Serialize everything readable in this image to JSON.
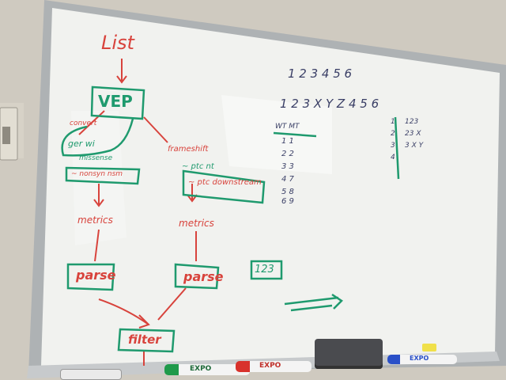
{
  "scene": "whiteboard-photo",
  "colors": {
    "red_marker": "#d8433c",
    "green_marker": "#1f9a6e",
    "board": "#f3f4f1",
    "frame": "#b9bcbe",
    "wall": "#cfcac0"
  },
  "flow": {
    "list": "List",
    "vep": "VEP",
    "convert": "convert",
    "gerwi": "ger wi",
    "missense": "missense",
    "synonymous": "~ nonsyn nsm",
    "frameshift": "frameshift",
    "ptc": "~ ptc nt",
    "downstream": "~ ptc downstream",
    "metrics_left": "metrics",
    "metrics_right": "metrics",
    "parse_left": "parse",
    "parse_right": "parse",
    "filter": "filter"
  },
  "notes": {
    "seq1": "1 2 3 4 5 6",
    "seq2": "1 2 3 X Y Z 4 5 6",
    "table_header": "WT MT",
    "table_rows": [
      "1 1",
      "2 2",
      "3 3",
      "4 7",
      "5 8",
      "6 9"
    ],
    "right_col": [
      "1",
      "2",
      "3",
      "4"
    ],
    "right_vals": [
      "123",
      "23 X",
      "3 X Y"
    ],
    "box123": "123"
  },
  "tray": {
    "marker_green": "EXPO",
    "marker_red": "EXPO",
    "marker_blue": "EXPO"
  }
}
